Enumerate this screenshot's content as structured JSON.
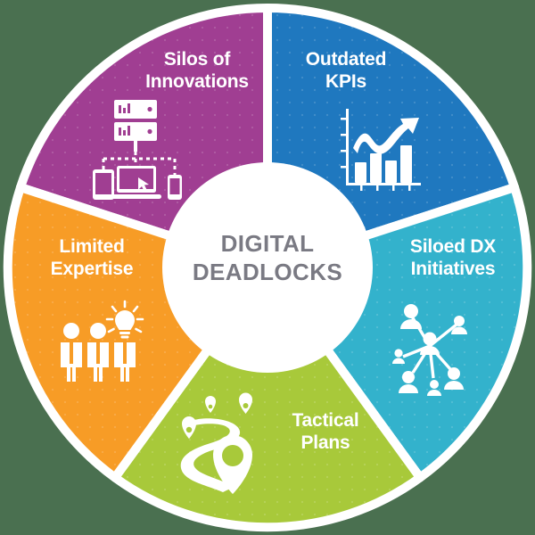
{
  "diagram": {
    "title": "Digital Deadlocks wheel diagram",
    "background_color": "#4a7050",
    "center": {
      "text": "DIGITAL\nDEADLOCKS",
      "text_color": "#7a7a83",
      "fill": "#ffffff"
    },
    "segments": [
      {
        "id": "silos-of-innovations",
        "label": "Silos of\nInnovations",
        "color": "#a03e92",
        "icon": "server-devices-network-icon",
        "start_angle": -90,
        "end_angle": -162
      },
      {
        "id": "outdated-kpis",
        "label": "Outdated\nKPIs",
        "color": "#1f78bf",
        "icon": "bar-chart-trend-arrow-icon",
        "start_angle": -90,
        "end_angle": -18
      },
      {
        "id": "siloed-dx-initiatives",
        "label": "Siloed DX\nInitiatives",
        "color": "#33b2cc",
        "icon": "people-network-hub-icon",
        "start_angle": -18,
        "end_angle": 54
      },
      {
        "id": "tactical-plans",
        "label": "Tactical\nPlans",
        "color": "#a8c93a",
        "icon": "winding-road-map-pins-icon",
        "start_angle": 54,
        "end_angle": 126
      },
      {
        "id": "limited-expertise",
        "label": "Limited\nExpertise",
        "color": "#f79c26",
        "icon": "three-people-lightbulb-icon",
        "start_angle": 126,
        "end_angle": 198
      }
    ]
  },
  "chart_data": {
    "type": "pie",
    "title": "DIGITAL DEADLOCKS",
    "categories": [
      "Silos of Innovations",
      "Outdated KPIs",
      "Siloed DX Initiatives",
      "Tactical Plans",
      "Limited Expertise"
    ],
    "values": [
      20,
      20,
      20,
      20,
      20
    ],
    "colors": [
      "#a03e92",
      "#1f78bf",
      "#33b2cc",
      "#a8c93a",
      "#f79c26"
    ],
    "legend": "none",
    "xlabel": "",
    "ylabel": "",
    "donut_hole_ratio": 0.41
  }
}
